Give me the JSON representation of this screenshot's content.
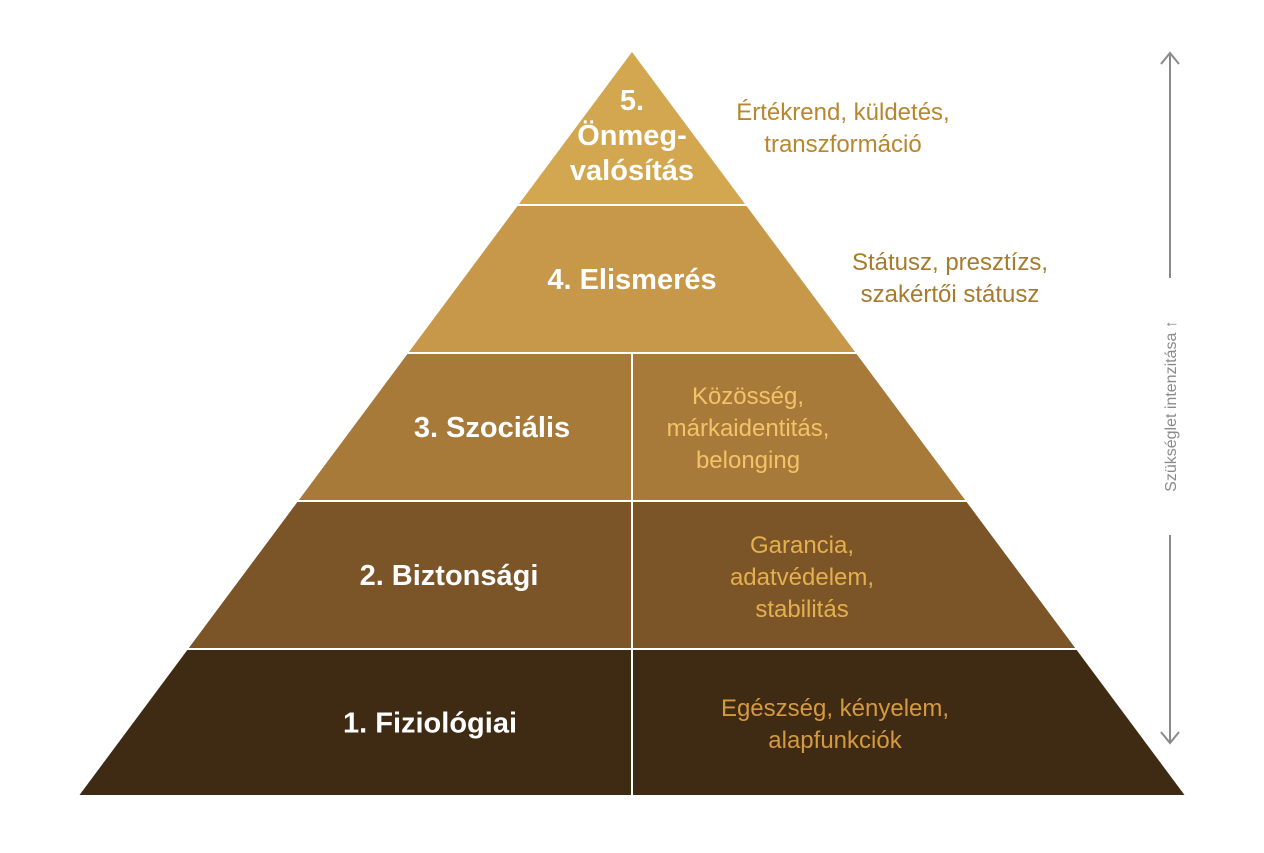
{
  "levels": [
    {
      "label": [
        "5.",
        "Önmeg-",
        "valósítás"
      ],
      "description": [
        "Értékrend, küldetés,",
        "transzformáció"
      ],
      "color": "#d2a74f",
      "desc_color": "#b8862e"
    },
    {
      "label": [
        "4. Elismerés"
      ],
      "description": [
        "Státusz, presztízs,",
        "szakértői státusz"
      ],
      "color": "#c8984a",
      "desc_color": "#a77a2c"
    },
    {
      "label": [
        "3. Szociális"
      ],
      "description": [
        "Közösség,",
        "márkaidentitás,",
        "belonging"
      ],
      "color": "#a77a3a",
      "desc_color": "#f0c468"
    },
    {
      "label": [
        "2. Biztonsági"
      ],
      "description": [
        "Garancia,",
        "adatvédelem,",
        "stabilitás"
      ],
      "color": "#7b5528",
      "desc_color": "#e5b04c"
    },
    {
      "label": [
        "1. Fiziológiai"
      ],
      "description": [
        "Egészség, kényelem,",
        "alapfunkciók"
      ],
      "color": "#3f2a13",
      "desc_color": "#d59a3e"
    }
  ],
  "axis": {
    "label": "Szükséglet intenzitása ↑",
    "color": "#8a8a8a"
  }
}
